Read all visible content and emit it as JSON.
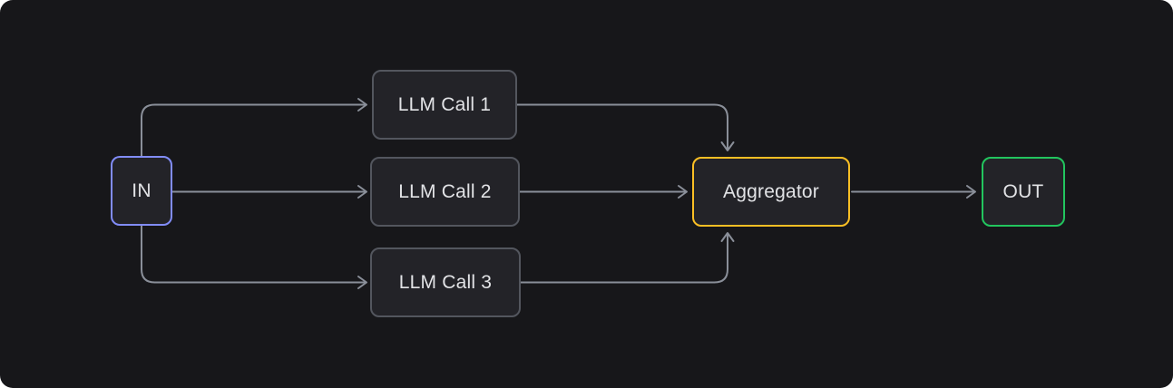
{
  "canvas": {
    "background_color": "#17171a",
    "node_fill_color": "#232328",
    "node_text_color": "#e2e3e6",
    "edge_color": "#8a8f99"
  },
  "diagram": {
    "nodes": [
      {
        "id": "in",
        "label": "IN",
        "border_color": "#818cf8"
      },
      {
        "id": "llm-call-1",
        "label": "LLM Call 1",
        "border_color": "#53565e"
      },
      {
        "id": "llm-call-2",
        "label": "LLM Call 2",
        "border_color": "#53565e"
      },
      {
        "id": "llm-call-3",
        "label": "LLM Call 3",
        "border_color": "#53565e"
      },
      {
        "id": "aggregator",
        "label": "Aggregator",
        "border_color": "#fbbf24"
      },
      {
        "id": "out",
        "label": "OUT",
        "border_color": "#22c55e"
      }
    ],
    "edges": [
      {
        "from": "in",
        "to": "llm-call-1"
      },
      {
        "from": "in",
        "to": "llm-call-2"
      },
      {
        "from": "in",
        "to": "llm-call-3"
      },
      {
        "from": "llm-call-1",
        "to": "aggregator"
      },
      {
        "from": "llm-call-2",
        "to": "aggregator"
      },
      {
        "from": "llm-call-3",
        "to": "aggregator"
      },
      {
        "from": "aggregator",
        "to": "out"
      }
    ]
  }
}
